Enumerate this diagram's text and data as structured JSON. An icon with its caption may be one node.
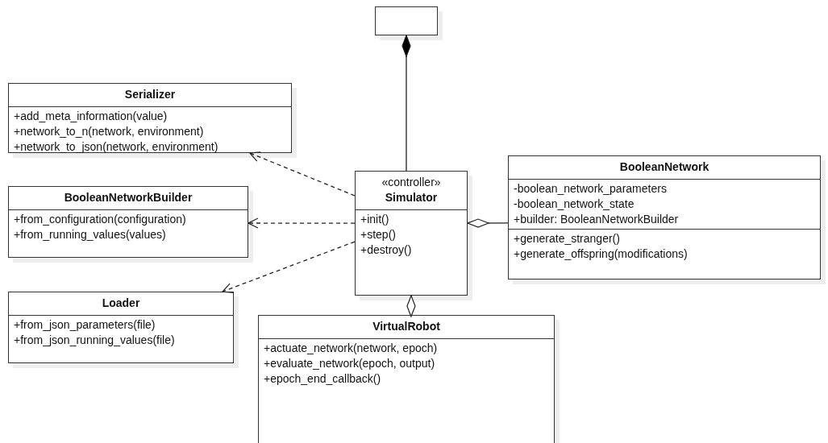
{
  "diagram": {
    "nodes": [
      {
        "text": [],
        "shape": "box"
      },
      {
        "text": [
          "Serializer",
          "+add_meta_information(value)",
          "+network_to_n(network, environment)",
          "+network_to_json(network, environment)"
        ]
      },
      {
        "text": [
          "«controller»",
          "Simulator",
          "+init()",
          "+step()",
          "+destroy()"
        ]
      },
      {
        "text": [
          "BooleanNetwork",
          "-boolean_network_parameters",
          "-boolean_network_state",
          "+builder: BooleanNetworkBuilder",
          "+generate_stranger()",
          "+generate_offspring(modifications)"
        ]
      },
      {
        "text": [
          "BooleanNetworkBuilder",
          "+from_configuration(configuration)",
          "+from_running_values(values)"
        ]
      },
      {
        "text": [
          "Loader",
          "+from_json_parameters(file)",
          "+from_json_running_values(file)"
        ]
      },
      {
        "text": [
          "VirtualRobot",
          "+actuate_network(network, epoch)",
          "+evaluate_network(epoch, output)",
          "+epoch_end_callback()"
        ]
      }
    ],
    "edges": [
      {
        "from": 0,
        "to": 2,
        "arrow": "other"
      },
      {
        "from": 2,
        "to": 1,
        "arrow": "to",
        "style": "dashed"
      },
      {
        "from": 2,
        "to": 4,
        "arrow": "to",
        "style": "dashed"
      },
      {
        "from": 2,
        "to": 5,
        "arrow": "to",
        "style": "dashed"
      },
      {
        "from": 2,
        "to": 3,
        "arrow": "other"
      },
      {
        "from": 2,
        "to": 6,
        "arrow": "other"
      }
    ]
  }
}
